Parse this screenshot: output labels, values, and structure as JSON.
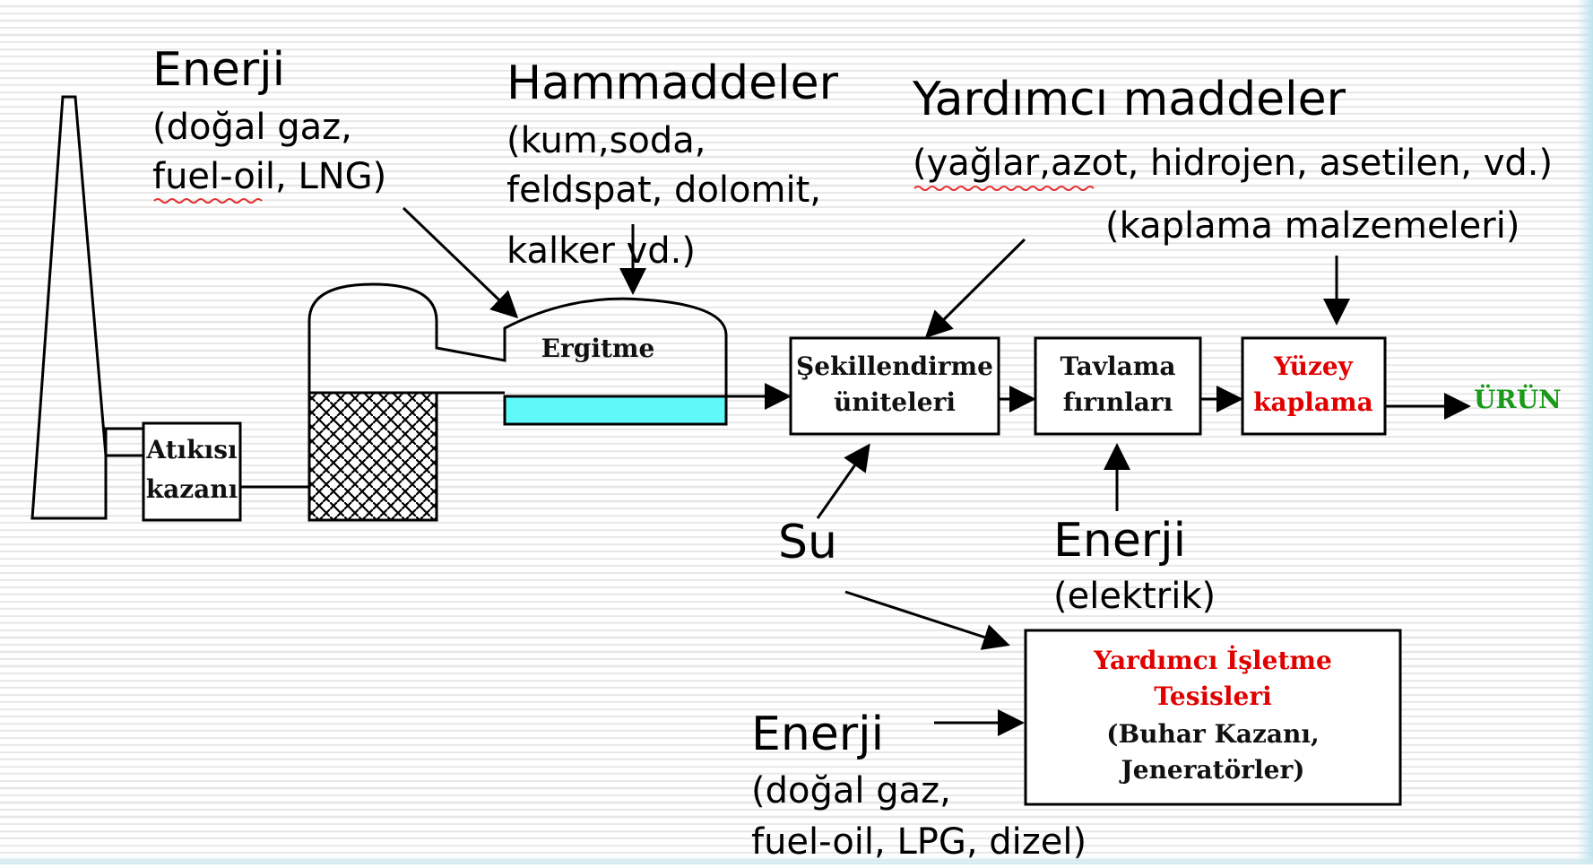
{
  "colors": {
    "molten_glass": "#5ff9f9",
    "coating_red": "#e00000",
    "product_green": "#1a9a1a"
  },
  "inputs": {
    "energy_top": {
      "title": "Enerji",
      "line1": "(doğal gaz,",
      "line2": "fuel-oil,  LNG)"
    },
    "raw_materials": {
      "title": "Hammaddeler",
      "line1": "(kum,soda,",
      "line2": "feldspat, dolomit,",
      "line3": "kalker  vd.)"
    },
    "aux_materials": {
      "title": "Yardımcı maddeler",
      "line1": "(yağlar,azot,  hidrojen,  asetilen,  vd.)",
      "line2": "(kaplama  malzemeleri)"
    },
    "water": "Su",
    "energy_mid": {
      "title": "Enerji",
      "line1": "(elektrik)"
    },
    "energy_bottom": {
      "title": "Enerji",
      "line1": "(doğal gaz,",
      "line2": "fuel-oil,  LPG, dizel)"
    }
  },
  "units": {
    "waste_boiler": {
      "line1": "Atıkısı",
      "line2": "kazanı"
    },
    "melting": "Ergitme",
    "forming": {
      "line1": "Şekillendirme",
      "line2": "üniteleri"
    },
    "annealing": {
      "line1": "Tavlama",
      "line2": "fırınları"
    },
    "coating": {
      "line1": "Yüzey",
      "line2": "kaplama"
    },
    "product": "ÜRÜN",
    "auxiliary": {
      "line1": "Yardımcı İşletme",
      "line2": "Tesisleri",
      "line3": "(Buhar Kazanı,",
      "line4": "Jeneratörler)"
    }
  }
}
